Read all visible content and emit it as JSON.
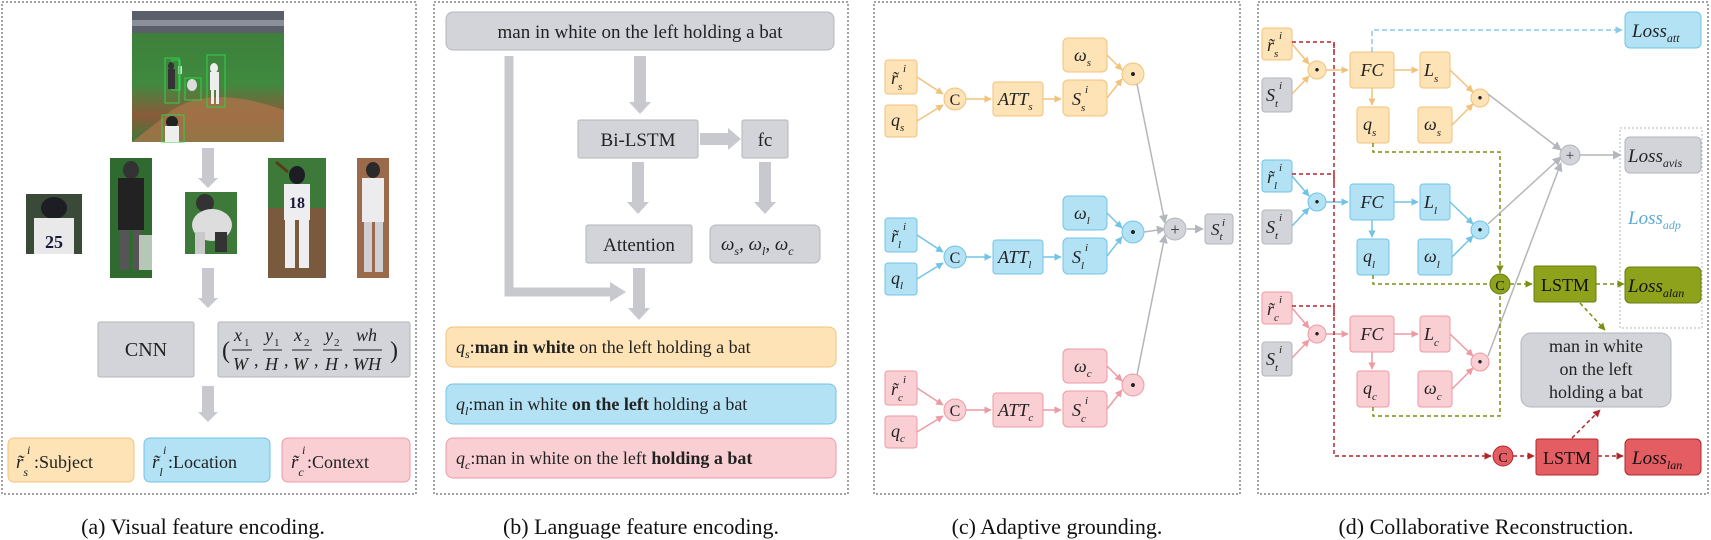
{
  "panel_a": {
    "cnn_label": "CNN",
    "location_feature": {
      "x1": "x",
      "x1_sub": "1",
      "W": "W",
      "y1": "y",
      "y1_sub": "1",
      "H": "H",
      "x2": "x",
      "x2_sub": "2",
      "y2": "y",
      "y2_sub": "2",
      "wh": "wh",
      "WH": "WH",
      "open": "(",
      "close": ")",
      "comma": ","
    },
    "crops": [
      {
        "name": "player-25",
        "number": "25"
      },
      {
        "name": "umpire"
      },
      {
        "name": "catcher"
      },
      {
        "name": "batter-18",
        "number": "18"
      },
      {
        "name": "player-right"
      }
    ],
    "legend": [
      {
        "key": "subject",
        "sym": "r̃",
        "sup": "i",
        "sub": "s",
        "text": ":Subject",
        "color": "#fde3b5",
        "border": "#f2c27a"
      },
      {
        "key": "location",
        "sym": "r̃",
        "sup": "i",
        "sub": "l",
        "text": ":Location",
        "color": "#b3e2f5",
        "border": "#72c3e6"
      },
      {
        "key": "context",
        "sym": "r̃",
        "sup": "i",
        "sub": "c",
        "text": ":Context",
        "color": "#f9cfd3",
        "border": "#ee9aa3"
      }
    ],
    "caption": "(a)  Visual feature encoding."
  },
  "panel_b": {
    "query": "man in white on the left holding a bat",
    "bilstm": "Bi-LSTM",
    "fc": "fc",
    "attention": "Attention",
    "weights": {
      "w": "ω",
      "s": "s",
      "l": "l",
      "c": "c",
      "sep": ", "
    },
    "phrases": [
      {
        "q": "q",
        "sub": "s",
        "colon": ":",
        "pre": "",
        "bold": "man in white",
        "post": " on the left holding a bat",
        "color": "#fde3b5",
        "border": "#f2c27a"
      },
      {
        "q": "q",
        "sub": "l",
        "colon": ":",
        "pre": "man in white ",
        "bold": "on the left",
        "post": " holding a bat",
        "color": "#b3e2f5",
        "border": "#72c3e6"
      },
      {
        "q": "q",
        "sub": "c",
        "colon": ":",
        "pre": "man in white on the left ",
        "bold": "holding a bat",
        "post": "",
        "color": "#f9cfd3",
        "border": "#ee9aa3"
      }
    ],
    "caption": "(b)  Language feature encoding."
  },
  "panel_c": {
    "rows": [
      {
        "key": "s",
        "r": "r̃",
        "sup": "i",
        "q": "q",
        "att": "ATT",
        "S": "S",
        "w": "ω",
        "color": "#fde3b5",
        "border": "#f2c27a"
      },
      {
        "key": "l",
        "r": "r̃",
        "sup": "i",
        "q": "q",
        "att": "ATT",
        "S": "S",
        "w": "ω",
        "color": "#b3e2f5",
        "border": "#72c3e6"
      },
      {
        "key": "c",
        "r": "r̃",
        "sup": "i",
        "q": "q",
        "att": "ATT",
        "S": "S",
        "w": "ω",
        "color": "#f9cfd3",
        "border": "#ee9aa3"
      }
    ],
    "concat": "C",
    "dot": "•",
    "plus": "+",
    "out": {
      "S": "S",
      "sub": "t",
      "sup": "i"
    },
    "caption": "(c)  Adaptive grounding."
  },
  "panel_d": {
    "rows": [
      {
        "key": "s",
        "r": "r̃",
        "sup": "i",
        "S": "S",
        "Ssub": "t",
        "fc": "FC",
        "L": "L",
        "q": "q",
        "w": "ω",
        "color": "#fde3b5",
        "border": "#f2c27a"
      },
      {
        "key": "l",
        "r": "r̃",
        "sup": "i",
        "S": "S",
        "Ssub": "t",
        "fc": "FC",
        "L": "L",
        "q": "q",
        "w": "ω",
        "color": "#b3e2f5",
        "border": "#72c3e6"
      },
      {
        "key": "c",
        "r": "r̃",
        "sup": "i",
        "S": "S",
        "Ssub": "t",
        "fc": "FC",
        "L": "L",
        "q": "q",
        "w": "ω",
        "color": "#f9cfd3",
        "border": "#ee9aa3"
      }
    ],
    "losses": {
      "loss": "Loss",
      "att": "att",
      "avis": "avis",
      "adp": "adp",
      "alan": "alan",
      "lan": "lan"
    },
    "lstm": "LSTM",
    "concat": "C",
    "plus": "+",
    "reconstruction": [
      "man in white",
      "on the left",
      "holding a bat"
    ],
    "caption": "(d)  Collaborative Reconstruction."
  },
  "colors": {
    "orange_fill": "#fde3b5",
    "orange_border": "#f2c27a",
    "blue_fill": "#b3e2f5",
    "blue_border": "#72c3e6",
    "pink_fill": "#f9cfd3",
    "pink_border": "#ee9aa3",
    "gray_fill": "#d2d4d9",
    "gray_border": "#b3b6bc",
    "olive": "#7c8f12",
    "olive_fill": "#8ea31b",
    "dark_red": "#c0282f",
    "red_fill": "#e35d62",
    "light_blue_dash": "#8cc8ec"
  }
}
